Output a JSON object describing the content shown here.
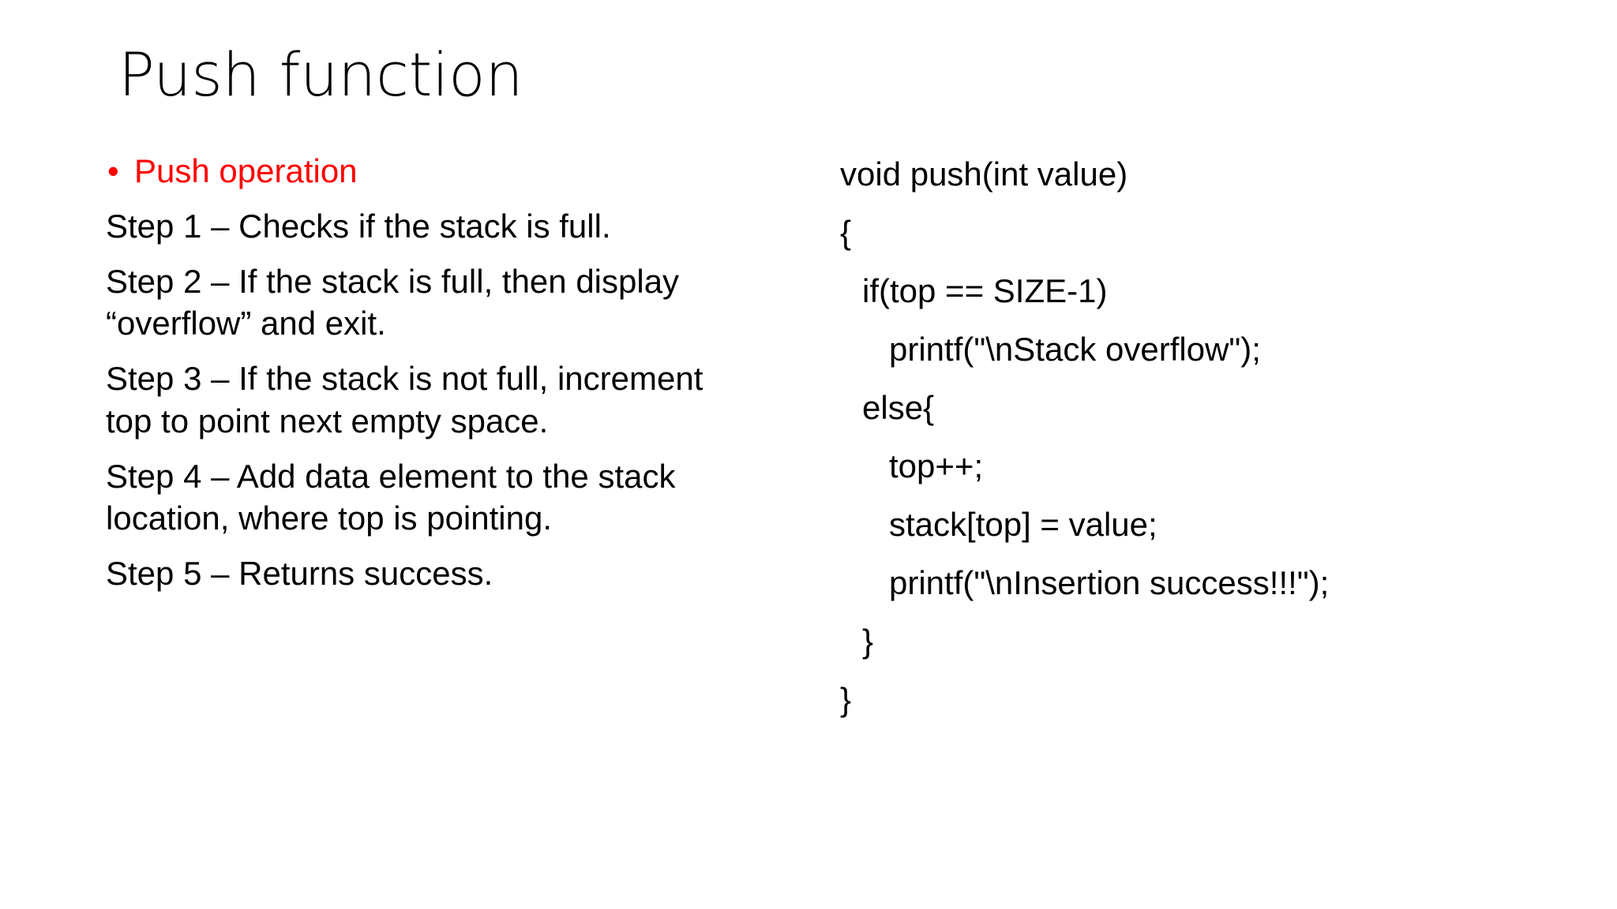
{
  "slide": {
    "title": "Push function",
    "accent_color": "#FF0000",
    "text_color": "#000000",
    "background_color": "#FFFFFF"
  },
  "left_column": {
    "bullet": {
      "marker": "•",
      "label": "Push operation"
    },
    "steps": [
      {
        "text": "Step 1 – Checks if the stack is full."
      },
      {
        "text": "Step 2 – If the stack is full, then display “overflow” and exit."
      },
      {
        "text": "Step 3 – If the stack is not full, increment top to point next empty space."
      },
      {
        "text": "Step 4 – Add data element to the stack location, where top is pointing."
      },
      {
        "text": "Step 5 – Returns success."
      }
    ]
  },
  "right_column": {
    "code_lines": [
      {
        "text": "void push(int value)",
        "indent": 0
      },
      {
        "text": "{",
        "indent": 0
      },
      {
        "text": "if(top == SIZE-1)",
        "indent": 1
      },
      {
        "text": "printf(\"\\nStack overflow\");",
        "indent": 2
      },
      {
        "text": "else{",
        "indent": 1
      },
      {
        "text": "top++;",
        "indent": 2
      },
      {
        "text": "stack[top] = value;",
        "indent": 2
      },
      {
        "text": "printf(\"\\nInsertion success!!!\");",
        "indent": 2
      },
      {
        "text": "}",
        "indent": 1
      },
      {
        "text": "}",
        "indent": 0
      }
    ]
  }
}
